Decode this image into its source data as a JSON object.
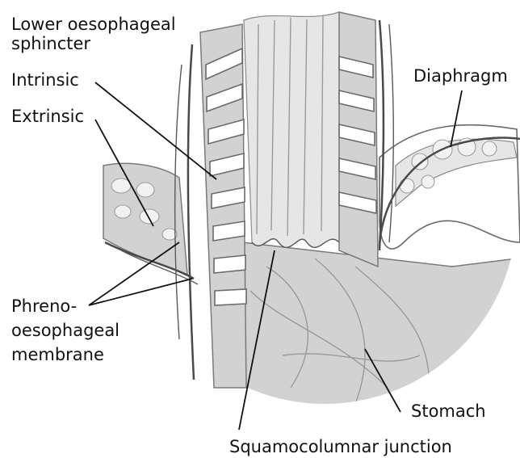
{
  "labels": {
    "lower_sphincter_line1": "Lower oesophageal",
    "lower_sphincter_line2": "sphincter",
    "intrinsic": "Intrinsic",
    "extrinsic": "Extrinsic",
    "diaphragm": "Diaphragm",
    "phreno_line1": "Phreno-",
    "phreno_line2": "oesophageal",
    "phreno_line3": "membrane",
    "stomach": "Stomach",
    "junction": "Squamocolumnar junction"
  }
}
